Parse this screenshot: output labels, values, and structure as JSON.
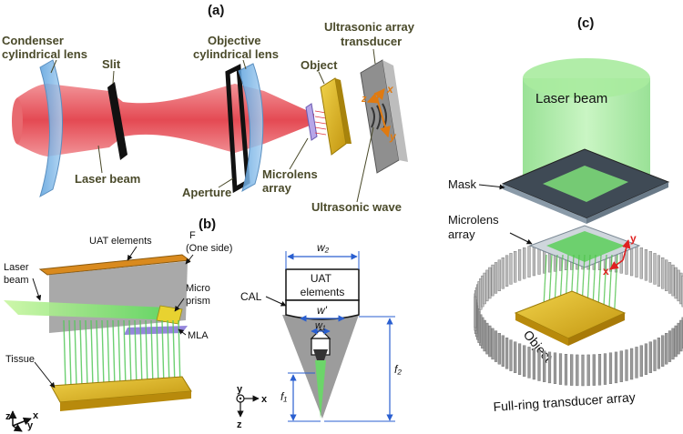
{
  "panel_a": {
    "tag": "(a)",
    "condenser_lens": [
      "Condenser",
      "cylindrical lens"
    ],
    "slit": "Slit",
    "objective_lens": [
      "Objective",
      "cylindrical lens"
    ],
    "object": "Object",
    "uat": [
      "Ultrasonic array",
      "transducer"
    ],
    "laser_beam": "Laser beam",
    "aperture": "Aperture",
    "microlens": [
      "Microlens",
      "array"
    ],
    "ultrasonic_wave": "Ultrasonic wave",
    "axis_x": "x",
    "axis_y": "y",
    "axis_z": "z"
  },
  "panel_b": {
    "tag": "(b)",
    "uat_elements": "UAT elements",
    "f_one_side": [
      "F",
      "(One side)"
    ],
    "laser_beam": [
      "Laser",
      "beam"
    ],
    "micro_prism": [
      "Micro",
      "prism"
    ],
    "mla": "MLA",
    "tissue": "Tissue",
    "axis_x": "x",
    "axis_y": "y",
    "axis_z": "z",
    "w2": "w₂",
    "uat_box": [
      "UAT",
      "elements"
    ],
    "cal": "CAL",
    "w_prime": "w'",
    "w1": "w₁",
    "f1": "f₁",
    "f2": "f₂"
  },
  "panel_c": {
    "tag": "(c)",
    "laser_beam": "Laser beam",
    "mask": "Mask",
    "microlens": [
      "Microlens",
      "array"
    ],
    "object": "Object",
    "ring": "Full-ring transducer array",
    "axis_x": "x",
    "axis_y": "y"
  },
  "colors": {
    "laser_red": "#e8474f",
    "lens_blue": "#7fb6e6",
    "object_gold": "#d6b41c",
    "green_beam": "#7fe07a",
    "uat_orange": "#d98a1e",
    "label_dark": "#4a4a2a",
    "dim_blue": "#2a5fd0"
  }
}
